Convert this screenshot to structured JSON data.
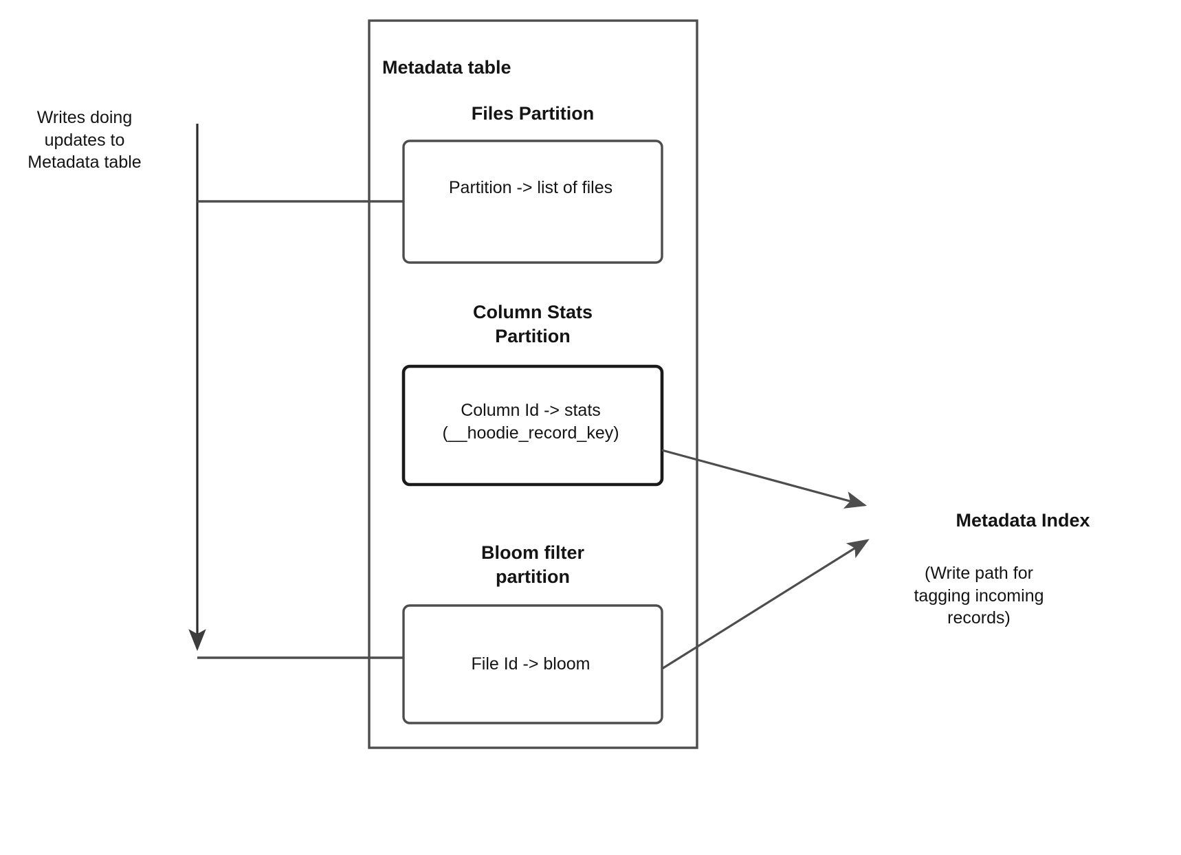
{
  "diagram": {
    "title": "Metadata table",
    "left_annotation": "Writes doing\nupdates to\nMetadata table",
    "partitions": [
      {
        "heading": "Files Partition",
        "box_text": "Partition -> list of files"
      },
      {
        "heading": "Column Stats\nPartition",
        "box_text": "Column Id  -> stats\n(__hoodie_record_key)"
      },
      {
        "heading": "Bloom filter\npartition",
        "box_text": "File Id -> bloom"
      }
    ],
    "right": {
      "title": "Metadata Index",
      "caption": "(Write path for\ntagging incoming\nrecords)"
    },
    "colors": {
      "stroke": "#4d4d4d",
      "stroke_dark": "#1a1a1a",
      "text": "#141414",
      "background": "#ffffff"
    }
  }
}
